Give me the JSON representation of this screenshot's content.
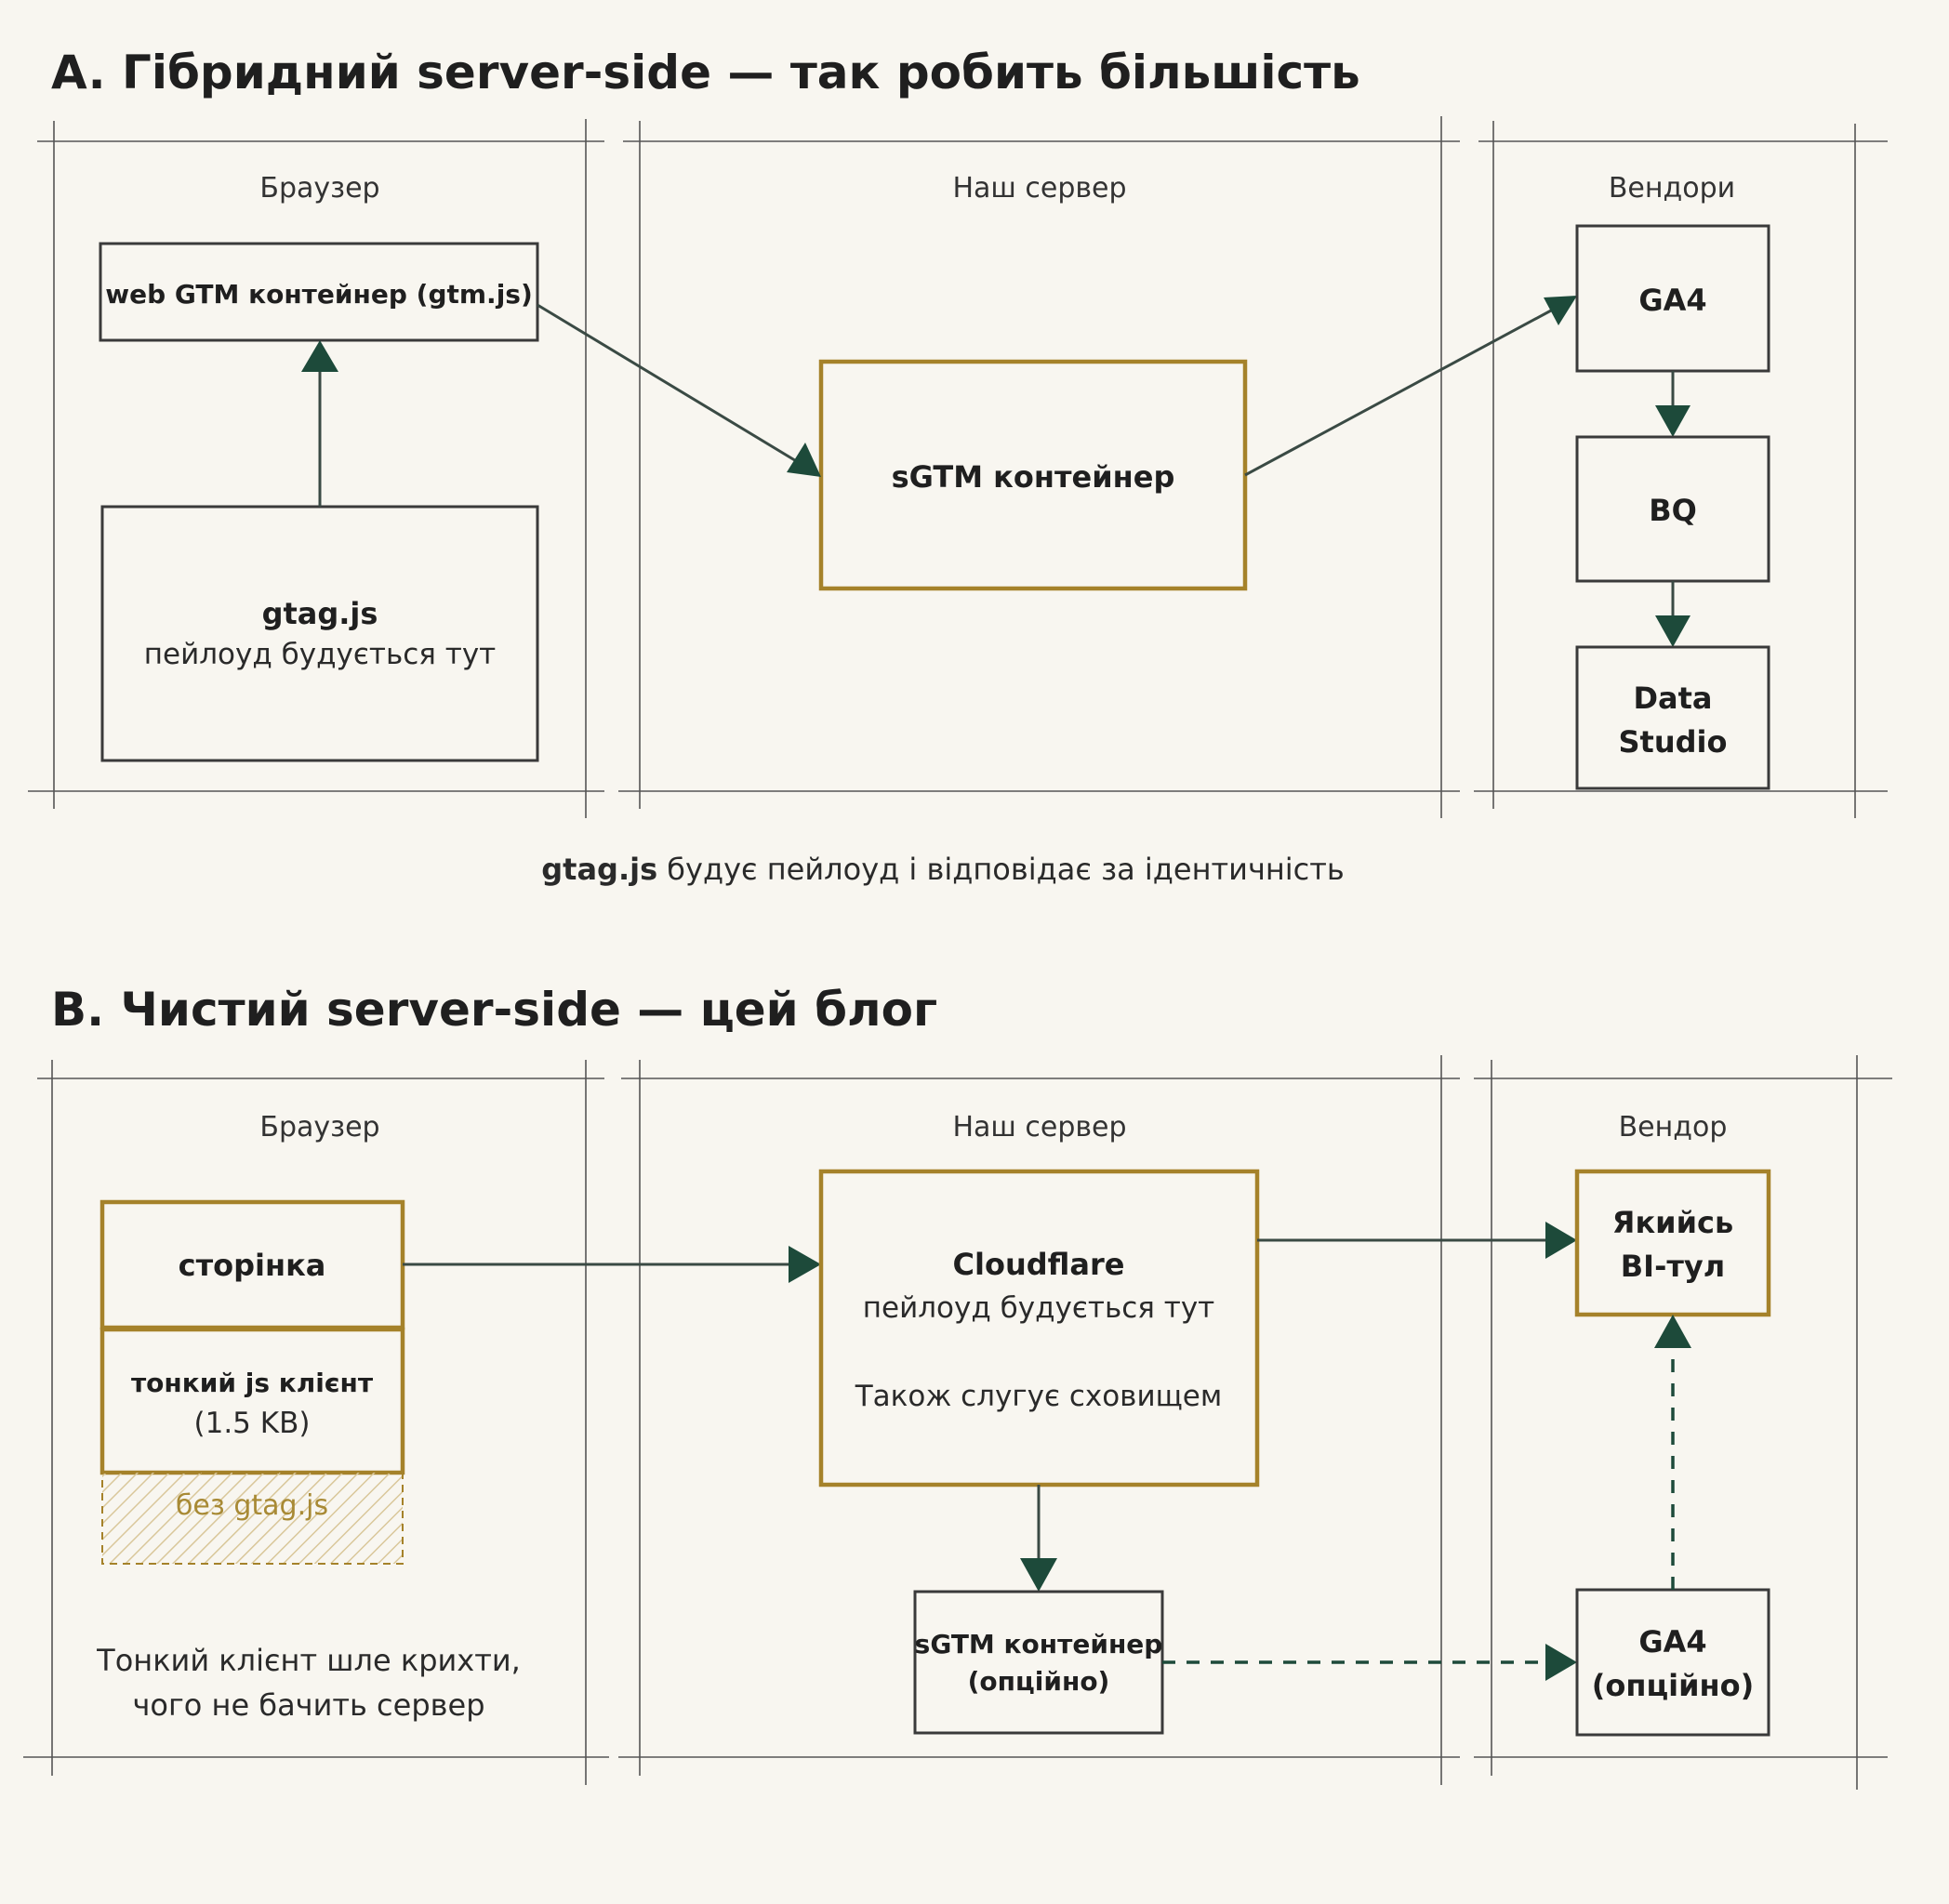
{
  "section_a": {
    "title": "A. Гібридний server-side — так робить більшість",
    "zones": {
      "browser": "Браузер",
      "server": "Наш сервер",
      "vendors": "Вендори"
    },
    "web_gtm": "web GTM контейнер (gtm.js)",
    "gtag_title": "gtag.js",
    "gtag_sub": "пейлоуд будується тут",
    "sgtm": "sGTM контейнер",
    "ga4": "GA4",
    "bq": "BQ",
    "data_studio_line1": "Data",
    "data_studio_line2": "Studio",
    "caption_bold": "gtag.js",
    "caption_rest": " будує пейлоуд і відповідає за ідентичність"
  },
  "section_b": {
    "title": "B. Чистий server-side — цей блог",
    "zones": {
      "browser": "Браузер",
      "server": "Наш сервер",
      "vendor": "Вендор"
    },
    "page": "сторінка",
    "thin_client_title": "тонкий js клієнт",
    "thin_client_size": "(1.5 KB)",
    "no_gtag": "без gtag.js",
    "note_line1": "Тонкий клієнт шле крихти,",
    "note_line2": "чого не бачить сервер",
    "cloudflare_title": "Cloudflare",
    "cloudflare_sub": "пейлоуд будується тут",
    "cloudflare_note": "Також слугує сховищем",
    "sgtm_line1": "sGTM контейнер",
    "sgtm_line2": "(опційно)",
    "bi_line1": "Якийсь",
    "bi_line2": "BI-тул",
    "ga4_line1": "GA4",
    "ga4_line2": "(опційно)"
  },
  "colors": {
    "gold": "#a5822a",
    "arrow_green": "#1d4a3a",
    "background": "#f8f6f0"
  },
  "icons": [
    "arrow-head",
    "hatch-pattern"
  ]
}
